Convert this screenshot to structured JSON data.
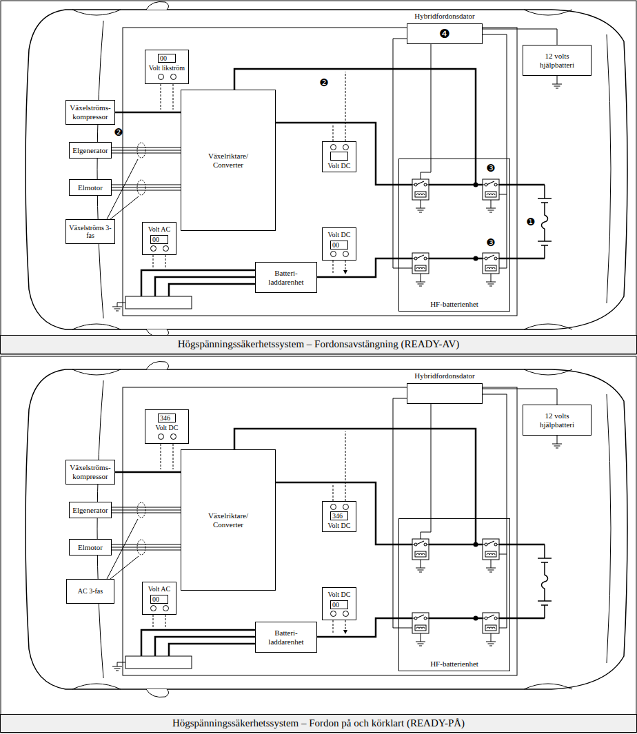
{
  "diagram": {
    "nodes": [
      {
        "text": [
          "00",
          "Volt likström"
        ]
      },
      {
        "text": [
          "Växelströms- kompressor"
        ]
      },
      {
        "text": [
          "Elgenerator"
        ]
      },
      {
        "text": [
          "Elmotor"
        ]
      },
      {
        "text": [
          "Växelriktare/ Converter"
        ]
      },
      {
        "text": [
          "Volt DC"
        ]
      },
      {
        "text": [
          "Volt AC",
          "00"
        ]
      },
      {
        "text": [
          "Volt DC",
          "00"
        ]
      },
      {
        "text": [
          "Batteri- laddarenhet"
        ]
      },
      {
        "text": [
          "HF-batterienhet"
        ]
      },
      {
        "text": [
          "Hybridfordonsdator",
          "❹"
        ]
      },
      {
        "text": [
          "12 volts hjälpbatteri"
        ]
      },
      {
        "text": [
          "Växelströms 3-fas"
        ]
      },
      {
        "text": [
          "Högspänningssäkerhetssystem – Fordonsavstängning (READY-AV)"
        ]
      },
      {
        "text": [
          "346",
          "Volt DC"
        ]
      },
      {
        "text": [
          "Växelströms- kompressor"
        ]
      },
      {
        "text": [
          "Elgenerator"
        ]
      },
      {
        "text": [
          "Elmotor"
        ]
      },
      {
        "text": [
          "Växelriktare/ Converter"
        ]
      },
      {
        "text": [
          "346",
          "Volt DC"
        ]
      },
      {
        "text": [
          "Volt AC",
          "00"
        ]
      },
      {
        "text": [
          "Volt DC",
          "00"
        ]
      },
      {
        "text": [
          "Batteri- laddarenhet"
        ]
      },
      {
        "text": [
          "HF-batterienhet"
        ]
      },
      {
        "text": [
          "Hybridfordonsdator"
        ]
      },
      {
        "text": [
          "12 volts hjälpbatteri"
        ]
      },
      {
        "text": [
          "AC 3-fas"
        ]
      },
      {
        "text": [
          "Högspänningssäkerhetssystem – Fordon på och körklart (READY-PÅ)"
        ]
      }
    ],
    "edges": [
      {
        "from": 1,
        "to": 4,
        "arrow": "none"
      },
      {
        "from": 2,
        "to": 4,
        "arrow": "none"
      },
      {
        "from": 3,
        "to": 4,
        "arrow": "none"
      },
      {
        "from": 4,
        "to": 9,
        "arrow": "none"
      },
      {
        "from": 8,
        "to": 9,
        "arrow": "none"
      },
      {
        "from": 10,
        "to": 9,
        "arrow": "none"
      },
      {
        "from": 10,
        "to": 11,
        "arrow": "none"
      },
      {
        "from": 15,
        "to": 18,
        "arrow": "none"
      },
      {
        "from": 16,
        "to": 18,
        "arrow": "none"
      },
      {
        "from": 17,
        "to": 18,
        "arrow": "none"
      },
      {
        "from": 18,
        "to": 23,
        "arrow": "none"
      },
      {
        "from": 22,
        "to": 23,
        "arrow": "none"
      },
      {
        "from": 24,
        "to": 23,
        "arrow": "none"
      },
      {
        "from": 24,
        "to": 25,
        "arrow": "none"
      }
    ],
    "labels": [
      "❷",
      "❷",
      "❸",
      "❸",
      "❶"
    ]
  }
}
